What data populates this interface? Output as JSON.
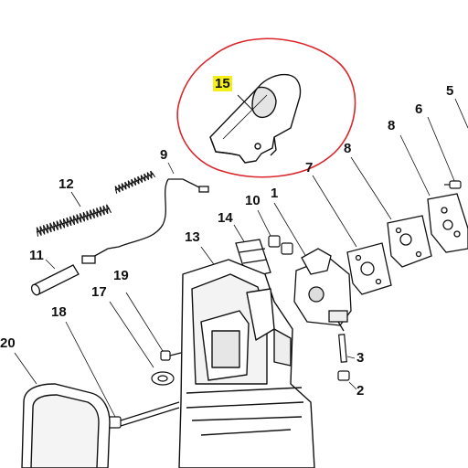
{
  "colors": {
    "highlight": "#f2ef1c",
    "callout_circle": "#d9262c",
    "ink": "#111111",
    "part_fill": "#ffffff",
    "shade": "#cfcfcf"
  },
  "callout": {
    "part_number": "15",
    "highlighted": true
  },
  "part_labels": [
    "1",
    "2",
    "3",
    "5",
    "6",
    "7",
    "8",
    "8",
    "9",
    "10",
    "11",
    "12",
    "13",
    "14",
    "17",
    "18",
    "19",
    "20"
  ]
}
